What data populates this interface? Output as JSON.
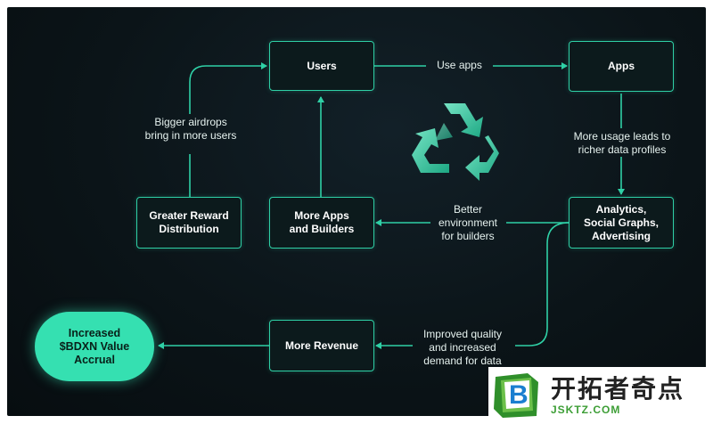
{
  "nodes": {
    "users": "Users",
    "apps": "Apps",
    "analytics": "Analytics,\nSocial Graphs,\nAdvertising",
    "more_apps": "More Apps\nand Builders",
    "greater_reward": "Greater Reward\nDistribution",
    "more_revenue": "More Revenue",
    "value_accrual": "Increased\n$BDXN Value\nAccrual"
  },
  "edge_labels": {
    "use_apps": "Use apps",
    "bigger_airdrops": "Bigger airdrops\nbring in more users",
    "more_usage": "More usage leads to\nricher data profiles",
    "better_env": "Better\nenvironment\nfor builders",
    "improved_quality": "Improved quality\nand increased\ndemand for data"
  },
  "icons": {
    "center": "recycle-icon"
  },
  "watermark": {
    "brand_text": "开拓者奇点",
    "url": "JSKTZ.COM",
    "mark_letter": "B"
  },
  "colors": {
    "accent": "#2fd0a6",
    "pill": "#35e0b1",
    "background": "#0b1418"
  }
}
